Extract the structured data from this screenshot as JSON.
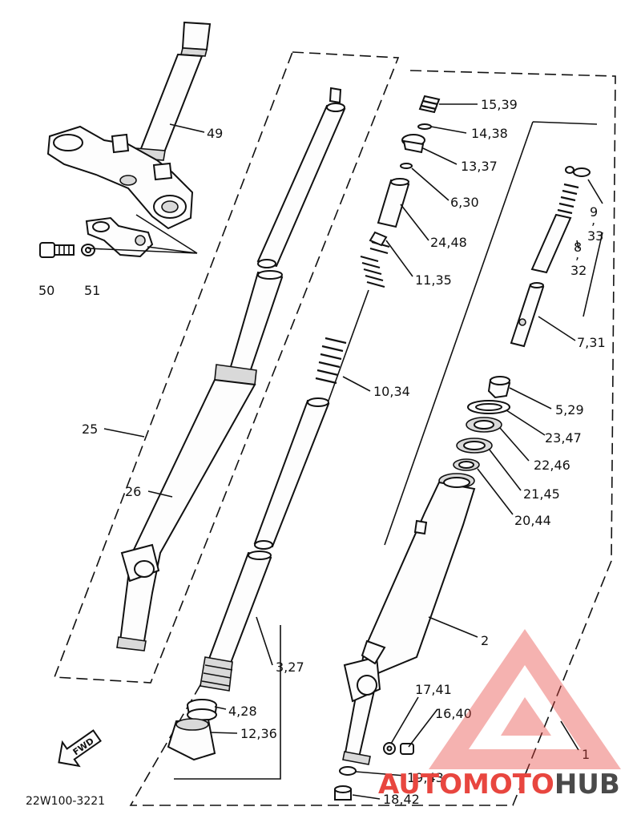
{
  "diagram": {
    "part_labels": [
      {
        "id": "49",
        "text": "49"
      },
      {
        "id": "50",
        "text": "50"
      },
      {
        "id": "51",
        "text": "51"
      },
      {
        "id": "25",
        "text": "25"
      },
      {
        "id": "26",
        "text": "26"
      },
      {
        "id": "15_39",
        "text": "15,39"
      },
      {
        "id": "14_38",
        "text": "14,38"
      },
      {
        "id": "13_37",
        "text": "13,37"
      },
      {
        "id": "6_30",
        "text": "6,30"
      },
      {
        "id": "24_48",
        "text": "24,48"
      },
      {
        "id": "11_35",
        "text": "11,35"
      },
      {
        "id": "10_34",
        "text": "10,34"
      },
      {
        "id": "9",
        "text": "9"
      },
      {
        "id": "comma_a",
        "text": ","
      },
      {
        "id": "33",
        "text": "33"
      },
      {
        "id": "8",
        "text": "8"
      },
      {
        "id": "comma_b",
        "text": ","
      },
      {
        "id": "32",
        "text": "32"
      },
      {
        "id": "7_31",
        "text": "7,31"
      },
      {
        "id": "5_29",
        "text": "5,29"
      },
      {
        "id": "23_47",
        "text": "23,47"
      },
      {
        "id": "22_46",
        "text": "22,46"
      },
      {
        "id": "21_45",
        "text": "21,45"
      },
      {
        "id": "20_44",
        "text": "20,44"
      },
      {
        "id": "2",
        "text": "2"
      },
      {
        "id": "3_27",
        "text": "3,27"
      },
      {
        "id": "4_28",
        "text": "4,28"
      },
      {
        "id": "12_36",
        "text": "12,36"
      },
      {
        "id": "17_41",
        "text": "17,41"
      },
      {
        "id": "16_40",
        "text": "16,40"
      },
      {
        "id": "19_43",
        "text": "19,43"
      },
      {
        "id": "18_42",
        "text": "18,42"
      },
      {
        "id": "1",
        "text": "1"
      }
    ],
    "fwd_label": "FWD",
    "drawing_code": "22W100-3221"
  },
  "watermark": {
    "part1": "AUTO",
    "part2": "MOTO",
    "part3": "HUB",
    "color_accent": "#e8463f",
    "color_dark": "#4a4a4a"
  }
}
